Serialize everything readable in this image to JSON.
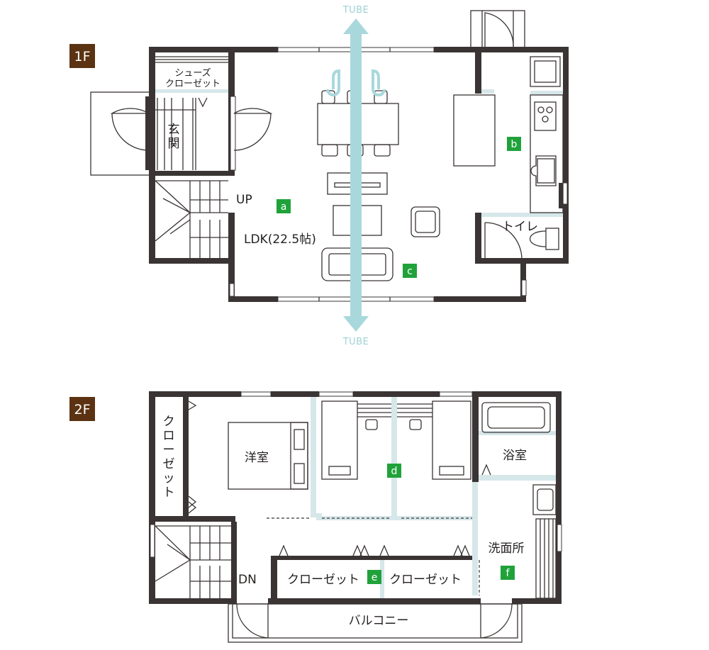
{
  "floors": [
    {
      "id": "1F",
      "tag": "1F",
      "rooms": {
        "shoe_closet": "シューズ\nクローゼット",
        "entrance": "玄\n関",
        "up": "UP",
        "ldk": "LDK(22.5帖)",
        "toilet": "トイレ"
      },
      "markers": [
        "a",
        "b",
        "c"
      ],
      "tube_top": "TUBE",
      "tube_bottom": "TUBE"
    },
    {
      "id": "2F",
      "tag": "2F",
      "rooms": {
        "closet_vertical": "クローゼット",
        "western_room": "洋室",
        "bathroom": "浴室",
        "washroom": "洗面所",
        "dn": "DN",
        "closet_left": "クローゼット",
        "closet_right": "クローゼット",
        "balcony": "バルコニー"
      },
      "markers": [
        "d",
        "e",
        "f"
      ]
    }
  ],
  "colors": {
    "wall": "#3a3434",
    "floor_tag": "#5b3312",
    "marker": "#20a23b",
    "tube": "#a8d8dc",
    "partition": "#d6e7ea"
  }
}
